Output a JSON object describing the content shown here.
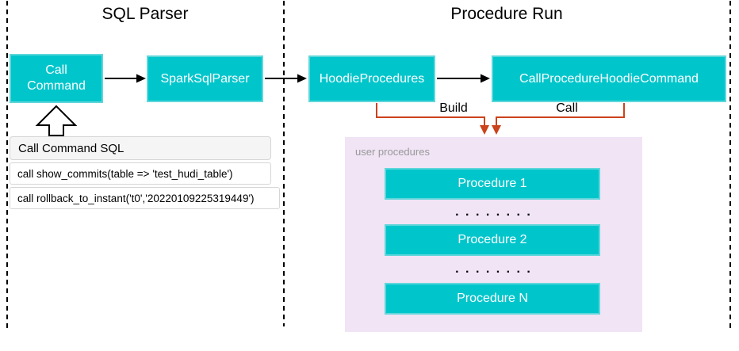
{
  "sections": {
    "left_title": "SQL Parser",
    "right_title": "Procedure Run"
  },
  "nodes": {
    "call_command": "Call Command",
    "spark_sql_parser": "SparkSqlParser",
    "hoodie_procedures": "HoodieProcedures",
    "call_procedure_hoodie_command": "CallProcedureHoodieCommand"
  },
  "edges": {
    "build_label": "Build",
    "call_label": "Call"
  },
  "sql_box": {
    "header": "Call Command SQL",
    "rows": [
      "call show_commits(table => 'test_hudi_table')",
      "call rollback_to_instant('t0','20220109225319449')"
    ]
  },
  "user_procedures": {
    "label": "user procedures",
    "items": [
      "Procedure 1",
      "Procedure 2",
      "Procedure N"
    ],
    "dots": ". . . . . . . ."
  },
  "colors": {
    "node_fill": "#00C6CC",
    "node_border": "#5FD6DA",
    "container_fill": "#F0E4F5",
    "connector_orange": "#CB431B",
    "connector_black": "#000000"
  }
}
